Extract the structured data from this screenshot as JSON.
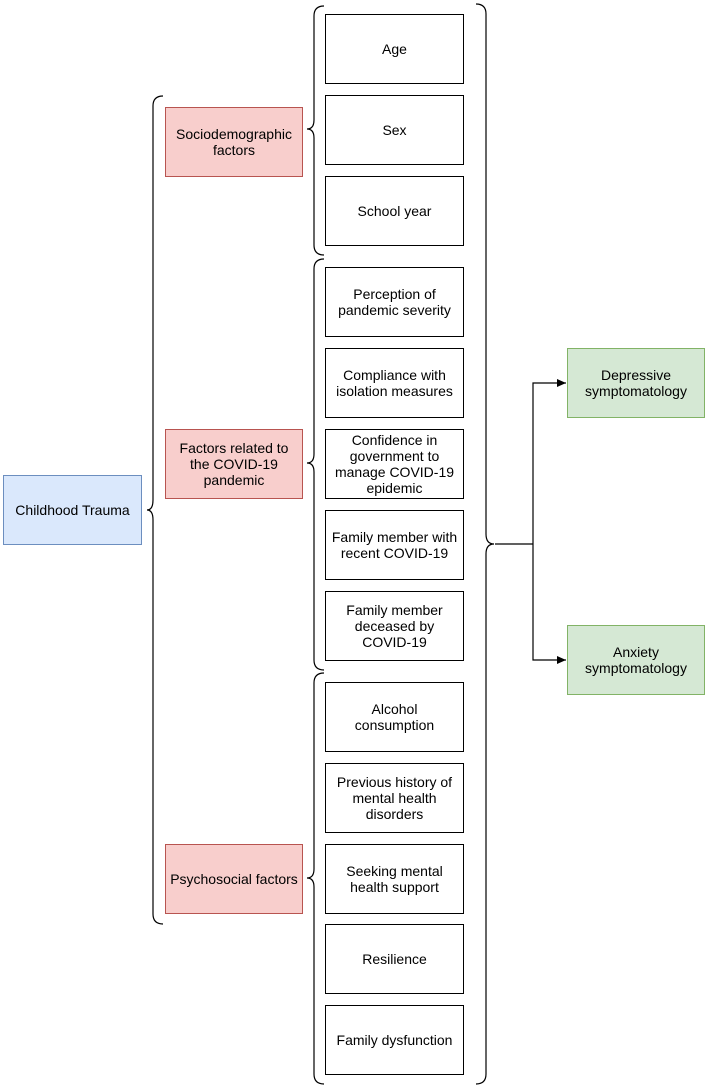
{
  "exposure": {
    "label": "Childhood Trauma"
  },
  "groups": [
    {
      "label": "Sociodemographic factors"
    },
    {
      "label": "Factors related to the COVID-19 pandemic"
    },
    {
      "label": "Psychosocial factors"
    }
  ],
  "variables": [
    {
      "label": "Age"
    },
    {
      "label": "Sex"
    },
    {
      "label": "School year"
    },
    {
      "label": "Perception of pandemic severity"
    },
    {
      "label": "Compliance with isolation measures"
    },
    {
      "label": "Confidence in government to manage COVID-19 epidemic"
    },
    {
      "label": "Family member with recent COVID-19"
    },
    {
      "label": "Family member deceased by COVID-19"
    },
    {
      "label": "Alcohol consumption"
    },
    {
      "label": "Previous history of mental health disorders"
    },
    {
      "label": "Seeking mental health support"
    },
    {
      "label": "Resilience"
    },
    {
      "label": "Family dysfunction"
    }
  ],
  "outcomes": [
    {
      "label": "Depressive symptomatology"
    },
    {
      "label": "Anxiety symptomatology"
    }
  ],
  "colors": {
    "exposure_fill": "#dae8fc",
    "group_fill": "#f8cecc",
    "outcome_fill": "#d5e8d4",
    "line": "#000000"
  }
}
